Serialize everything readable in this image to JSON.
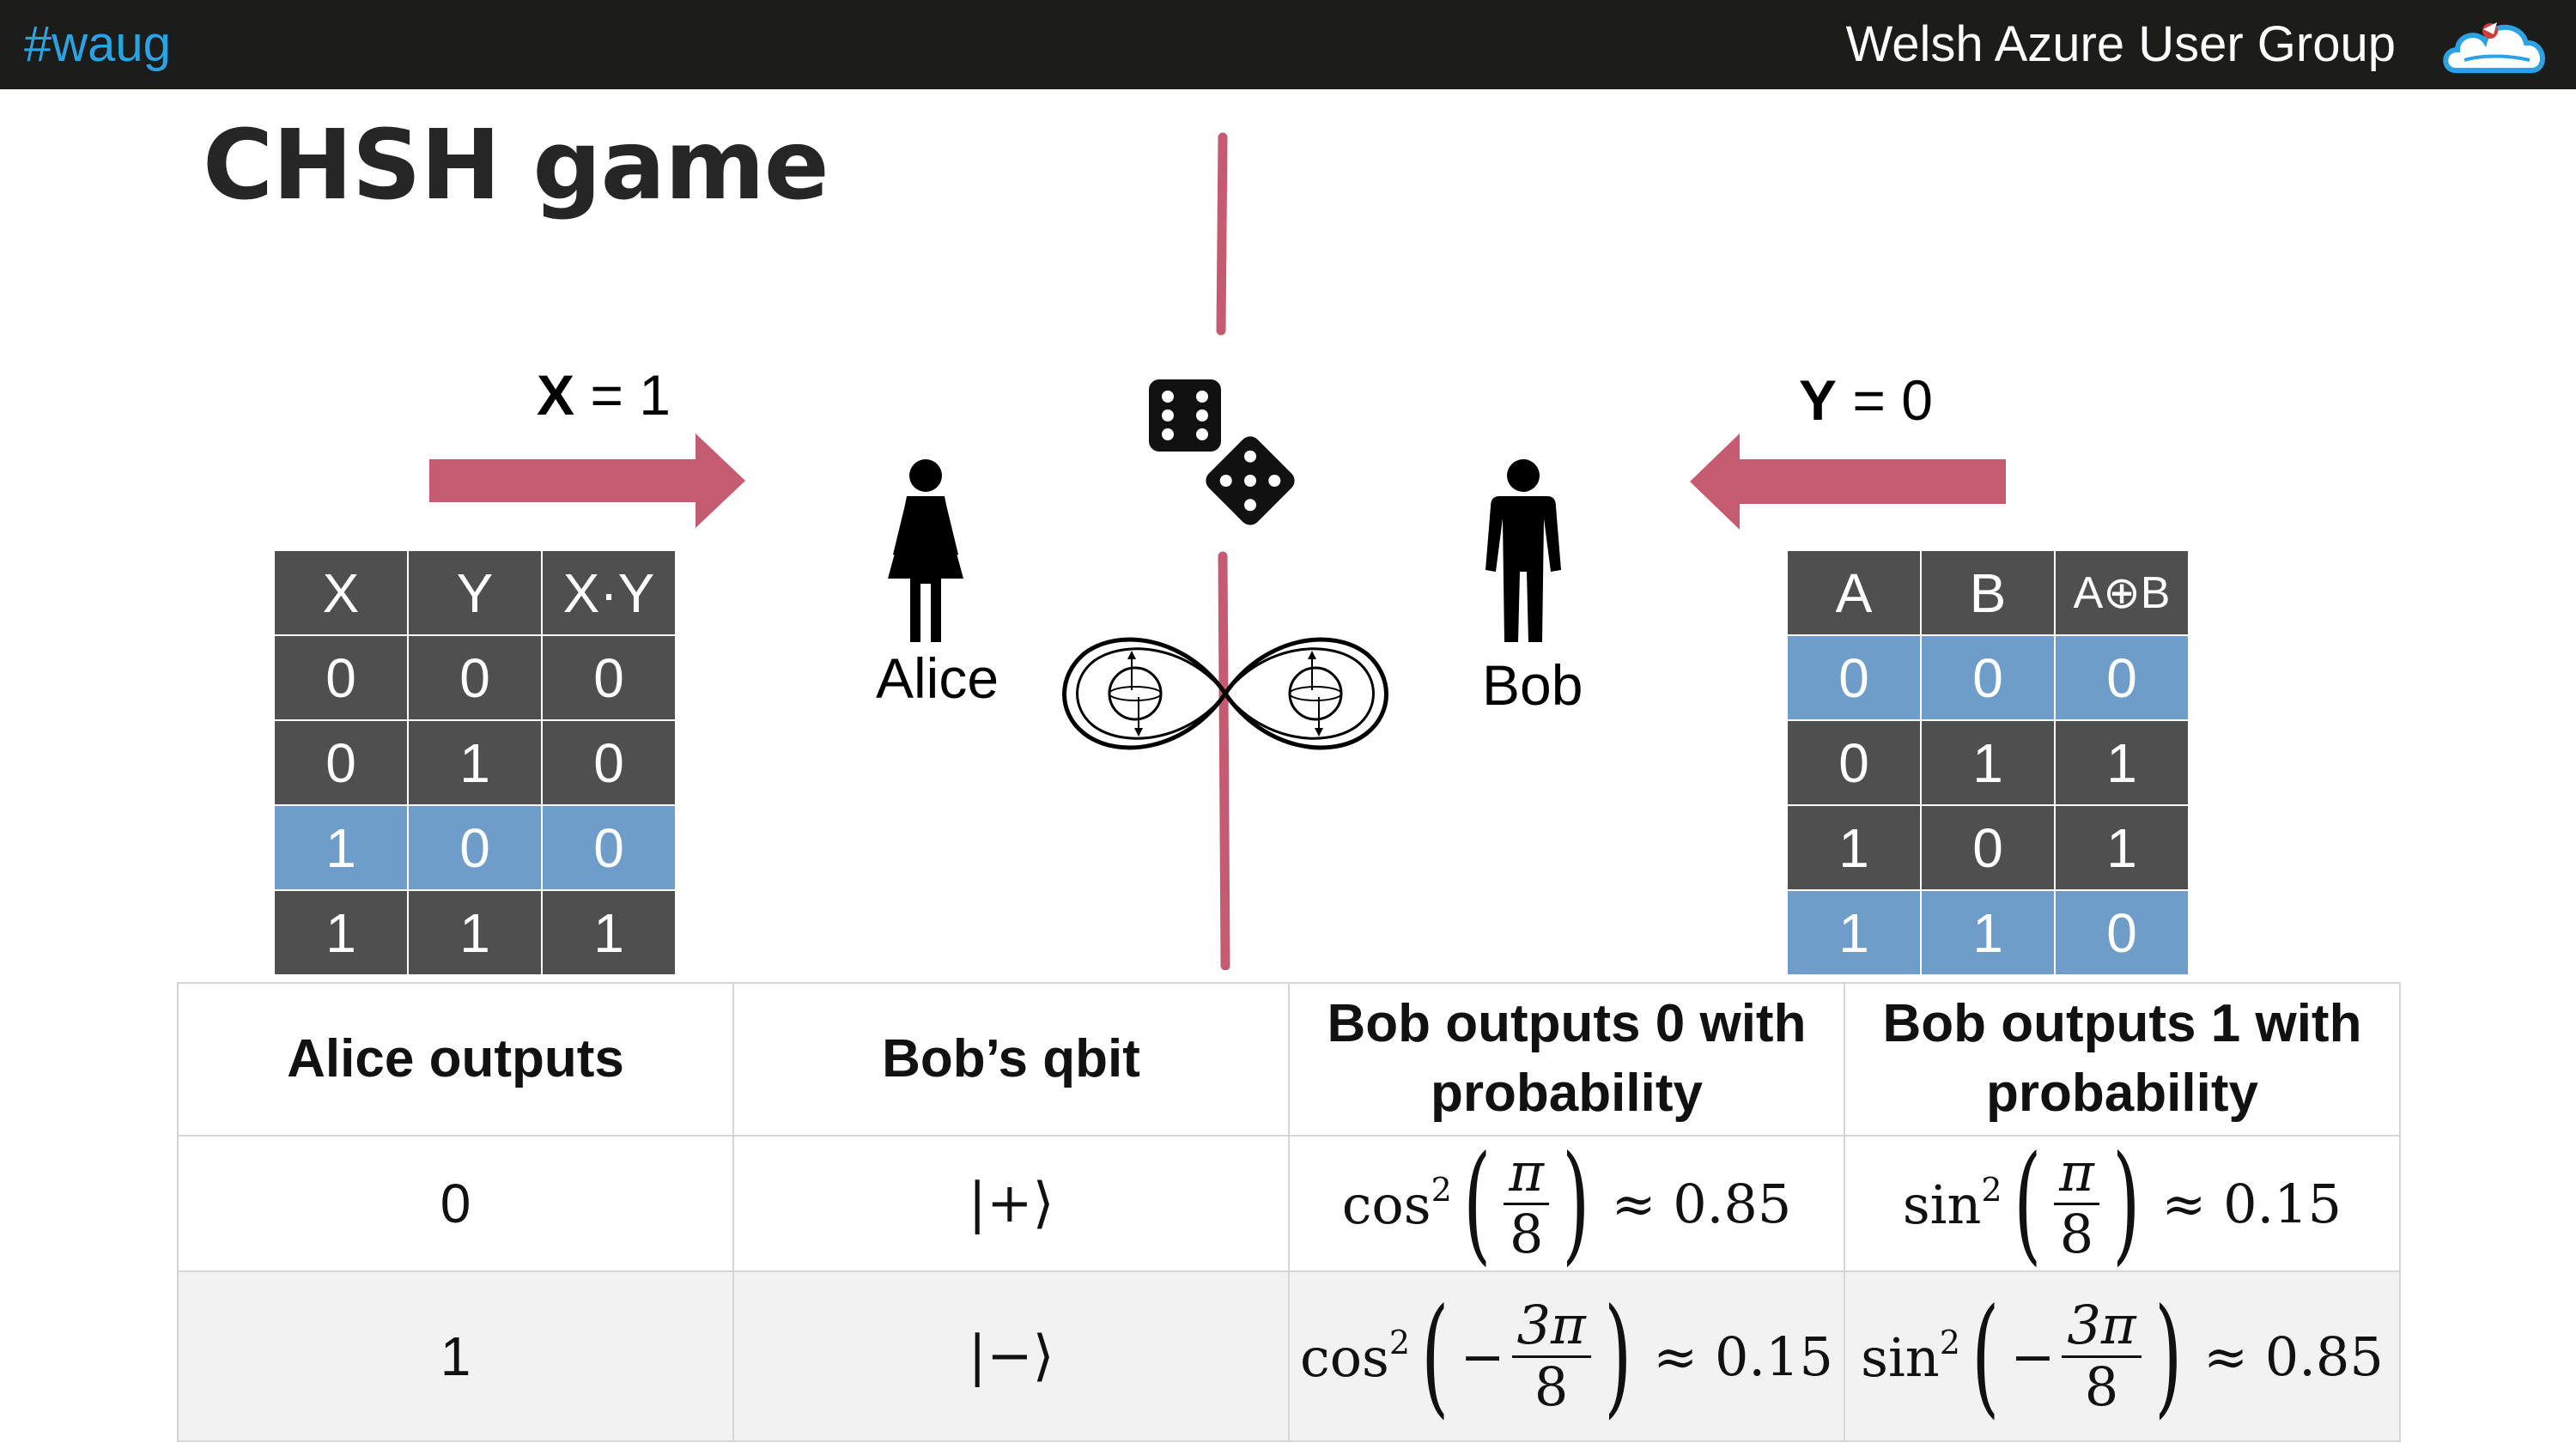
{
  "header": {
    "hashtag": "#waug",
    "group_name": "Welsh Azure User Group",
    "logo_icon": "cloud-logo-icon"
  },
  "title": "CHSH game",
  "colors": {
    "topbar": "#1c1c1a",
    "hashtag": "#2ba3e3",
    "arrow": "#c45b70",
    "divider": "#c45b70",
    "cell_dark": "#4f4f4f",
    "cell_highlight": "#6e9dc9"
  },
  "x_input": {
    "var": "X",
    "eq": " = 1"
  },
  "y_input": {
    "var": "Y",
    "eq": " = 0"
  },
  "alice_label": "Alice",
  "bob_label": "Bob",
  "icons": [
    "female-person-icon",
    "male-person-icon",
    "dice-icon",
    "entangled-qubits-icon"
  ],
  "left_table": {
    "headers": [
      "X",
      "Y",
      "X·Y"
    ],
    "rows": [
      [
        "0",
        "0",
        "0"
      ],
      [
        "0",
        "1",
        "0"
      ],
      [
        "1",
        "0",
        "0"
      ],
      [
        "1",
        "1",
        "1"
      ]
    ],
    "highlight_row": 2
  },
  "right_table": {
    "headers": [
      "A",
      "B",
      "A⊕B"
    ],
    "rows": [
      [
        "0",
        "0",
        "0"
      ],
      [
        "0",
        "1",
        "1"
      ],
      [
        "1",
        "0",
        "1"
      ],
      [
        "1",
        "1",
        "0"
      ]
    ],
    "highlight_rows": [
      0,
      3
    ]
  },
  "outcome_table": {
    "headers": [
      "Alice outputs",
      "Bob’s qbit",
      "Bob outputs 0 with probability",
      "Bob outputs 1 with probability"
    ],
    "rows": [
      {
        "alice": "0",
        "qbit": "|+⟩",
        "p0": {
          "fn": "cos",
          "pow": "2",
          "sign": "",
          "num": "π",
          "den": "8",
          "approx": "≈ 0.85"
        },
        "p1": {
          "fn": "sin",
          "pow": "2",
          "sign": "",
          "num": "π",
          "den": "8",
          "approx": "≈ 0.15"
        }
      },
      {
        "alice": "1",
        "qbit": "|−⟩",
        "p0": {
          "fn": "cos",
          "pow": "2",
          "sign": "−",
          "num": "3π",
          "den": "8",
          "approx": "≈ 0.15"
        },
        "p1": {
          "fn": "sin",
          "pow": "2",
          "sign": "−",
          "num": "3π",
          "den": "8",
          "approx": "≈ 0.85"
        }
      }
    ]
  }
}
